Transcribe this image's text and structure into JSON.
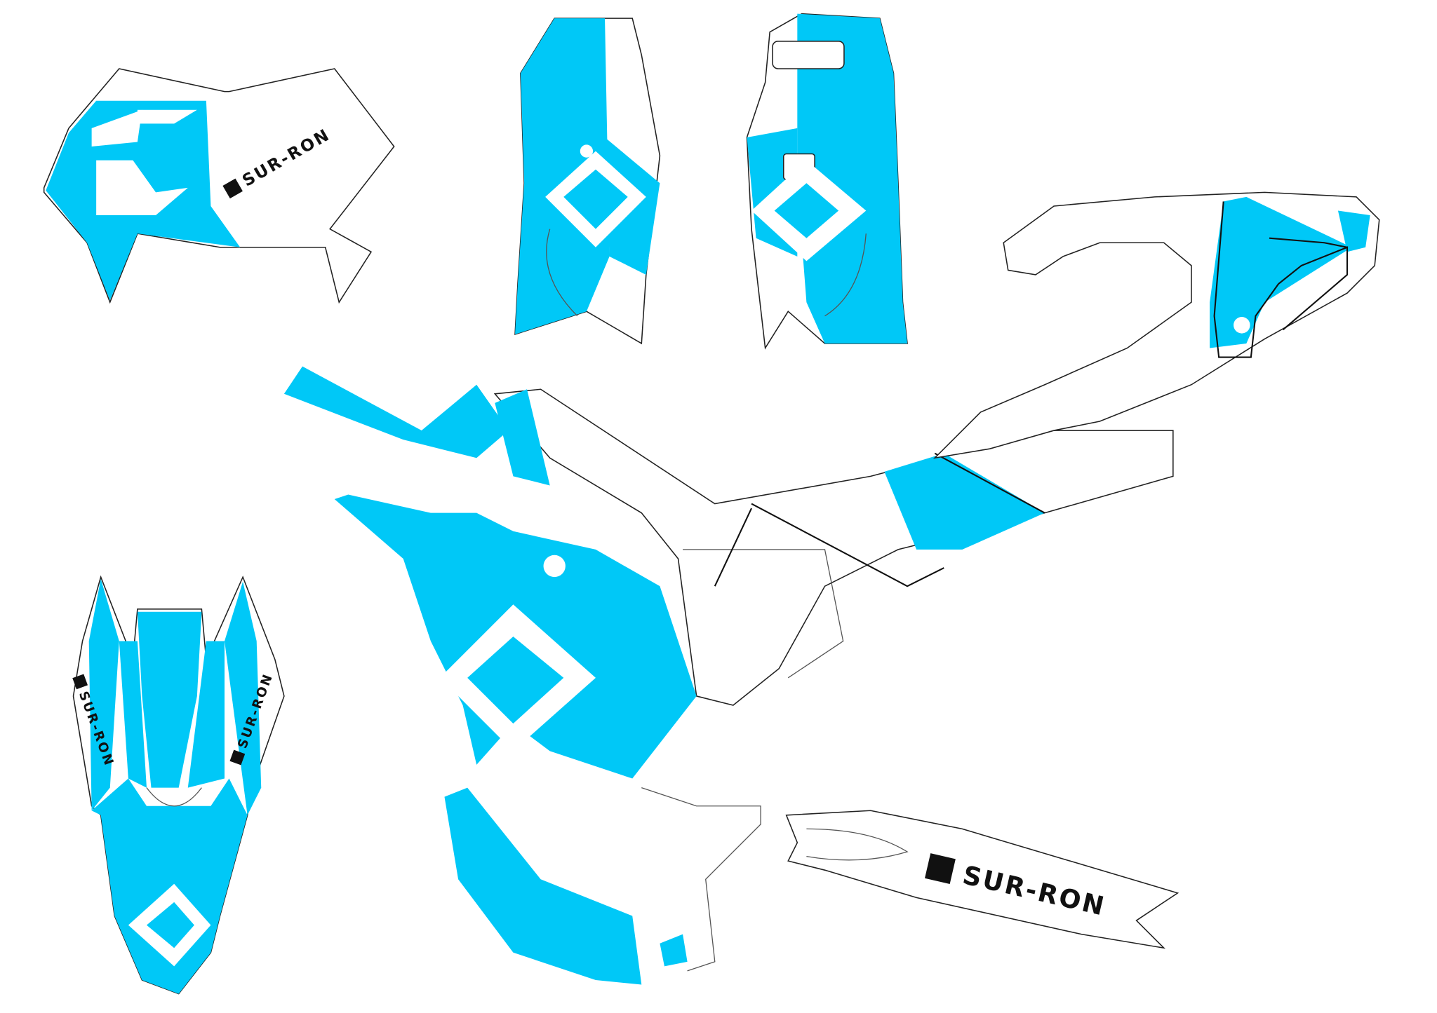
{
  "colors": {
    "accent": "#00c8f7",
    "outline": "#222222",
    "background": "#ffffff"
  },
  "decals": {
    "headlight_plate": {
      "brand_text": "SUR-RON",
      "logo_icon": "sur-ron-logo-icon"
    },
    "rear_fender_left": {
      "brand_text": "SUR-RON",
      "logo_icon": "sur-ron-logo-icon"
    },
    "rear_fender_right": {
      "brand_text": "SUR-RON",
      "logo_icon": "sur-ron-logo-icon"
    },
    "swingarm": {
      "brand_text": "SUR-RON",
      "logo_icon": "sur-ron-logo-icon"
    }
  }
}
